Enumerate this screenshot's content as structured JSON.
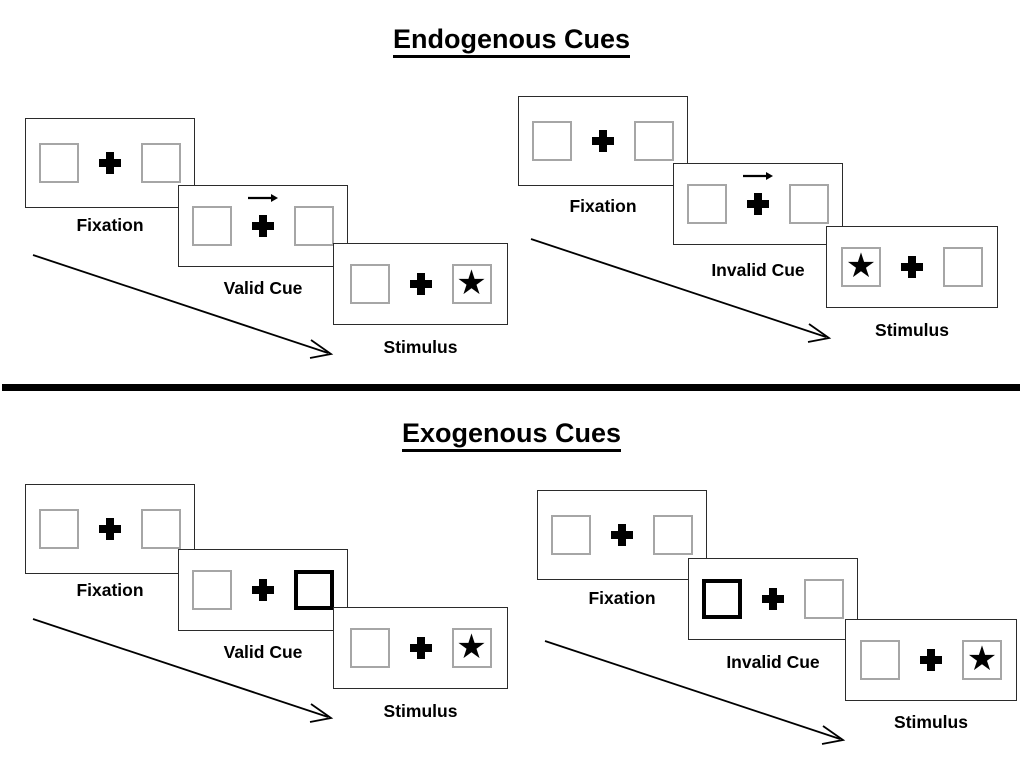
{
  "sections": [
    {
      "id": "endogenous",
      "title": "Endogenous Cues",
      "cue_type": "arrow",
      "trials": [
        {
          "id": "endogenous-valid",
          "steps": [
            {
              "label": "Fixation",
              "left_box": "plain",
              "right_box": "plain",
              "star": "none",
              "arrow": "none"
            },
            {
              "label": "Valid Cue",
              "left_box": "plain",
              "right_box": "plain",
              "star": "none",
              "arrow": "right"
            },
            {
              "label": "Stimulus",
              "left_box": "plain",
              "right_box": "plain",
              "star": "right",
              "arrow": "none"
            }
          ]
        },
        {
          "id": "endogenous-invalid",
          "steps": [
            {
              "label": "Fixation",
              "left_box": "plain",
              "right_box": "plain",
              "star": "none",
              "arrow": "none"
            },
            {
              "label": "Invalid Cue",
              "left_box": "plain",
              "right_box": "plain",
              "star": "none",
              "arrow": "right"
            },
            {
              "label": "Stimulus",
              "left_box": "plain",
              "right_box": "plain",
              "star": "left",
              "arrow": "none"
            }
          ]
        }
      ]
    },
    {
      "id": "exogenous",
      "title": "Exogenous Cues",
      "cue_type": "box-flash",
      "trials": [
        {
          "id": "exogenous-valid",
          "steps": [
            {
              "label": "Fixation",
              "left_box": "plain",
              "right_box": "plain",
              "star": "none",
              "arrow": "none"
            },
            {
              "label": "Valid Cue",
              "left_box": "plain",
              "right_box": "cued",
              "star": "none",
              "arrow": "none"
            },
            {
              "label": "Stimulus",
              "left_box": "plain",
              "right_box": "plain",
              "star": "right",
              "arrow": "none"
            }
          ]
        },
        {
          "id": "exogenous-invalid",
          "steps": [
            {
              "label": "Fixation",
              "left_box": "plain",
              "right_box": "plain",
              "star": "none",
              "arrow": "none"
            },
            {
              "label": "Invalid Cue",
              "left_box": "cued",
              "right_box": "plain",
              "star": "none",
              "arrow": "none"
            },
            {
              "label": "Stimulus",
              "left_box": "plain",
              "right_box": "plain",
              "star": "right",
              "arrow": "none"
            }
          ]
        }
      ]
    }
  ],
  "glyphs": {
    "star": "★"
  },
  "colors": {
    "panel_border": "#2b2b2b",
    "box_border": "#a6a6a6",
    "cued_box_border": "#000000",
    "text": "#000000",
    "divider": "#000000"
  }
}
